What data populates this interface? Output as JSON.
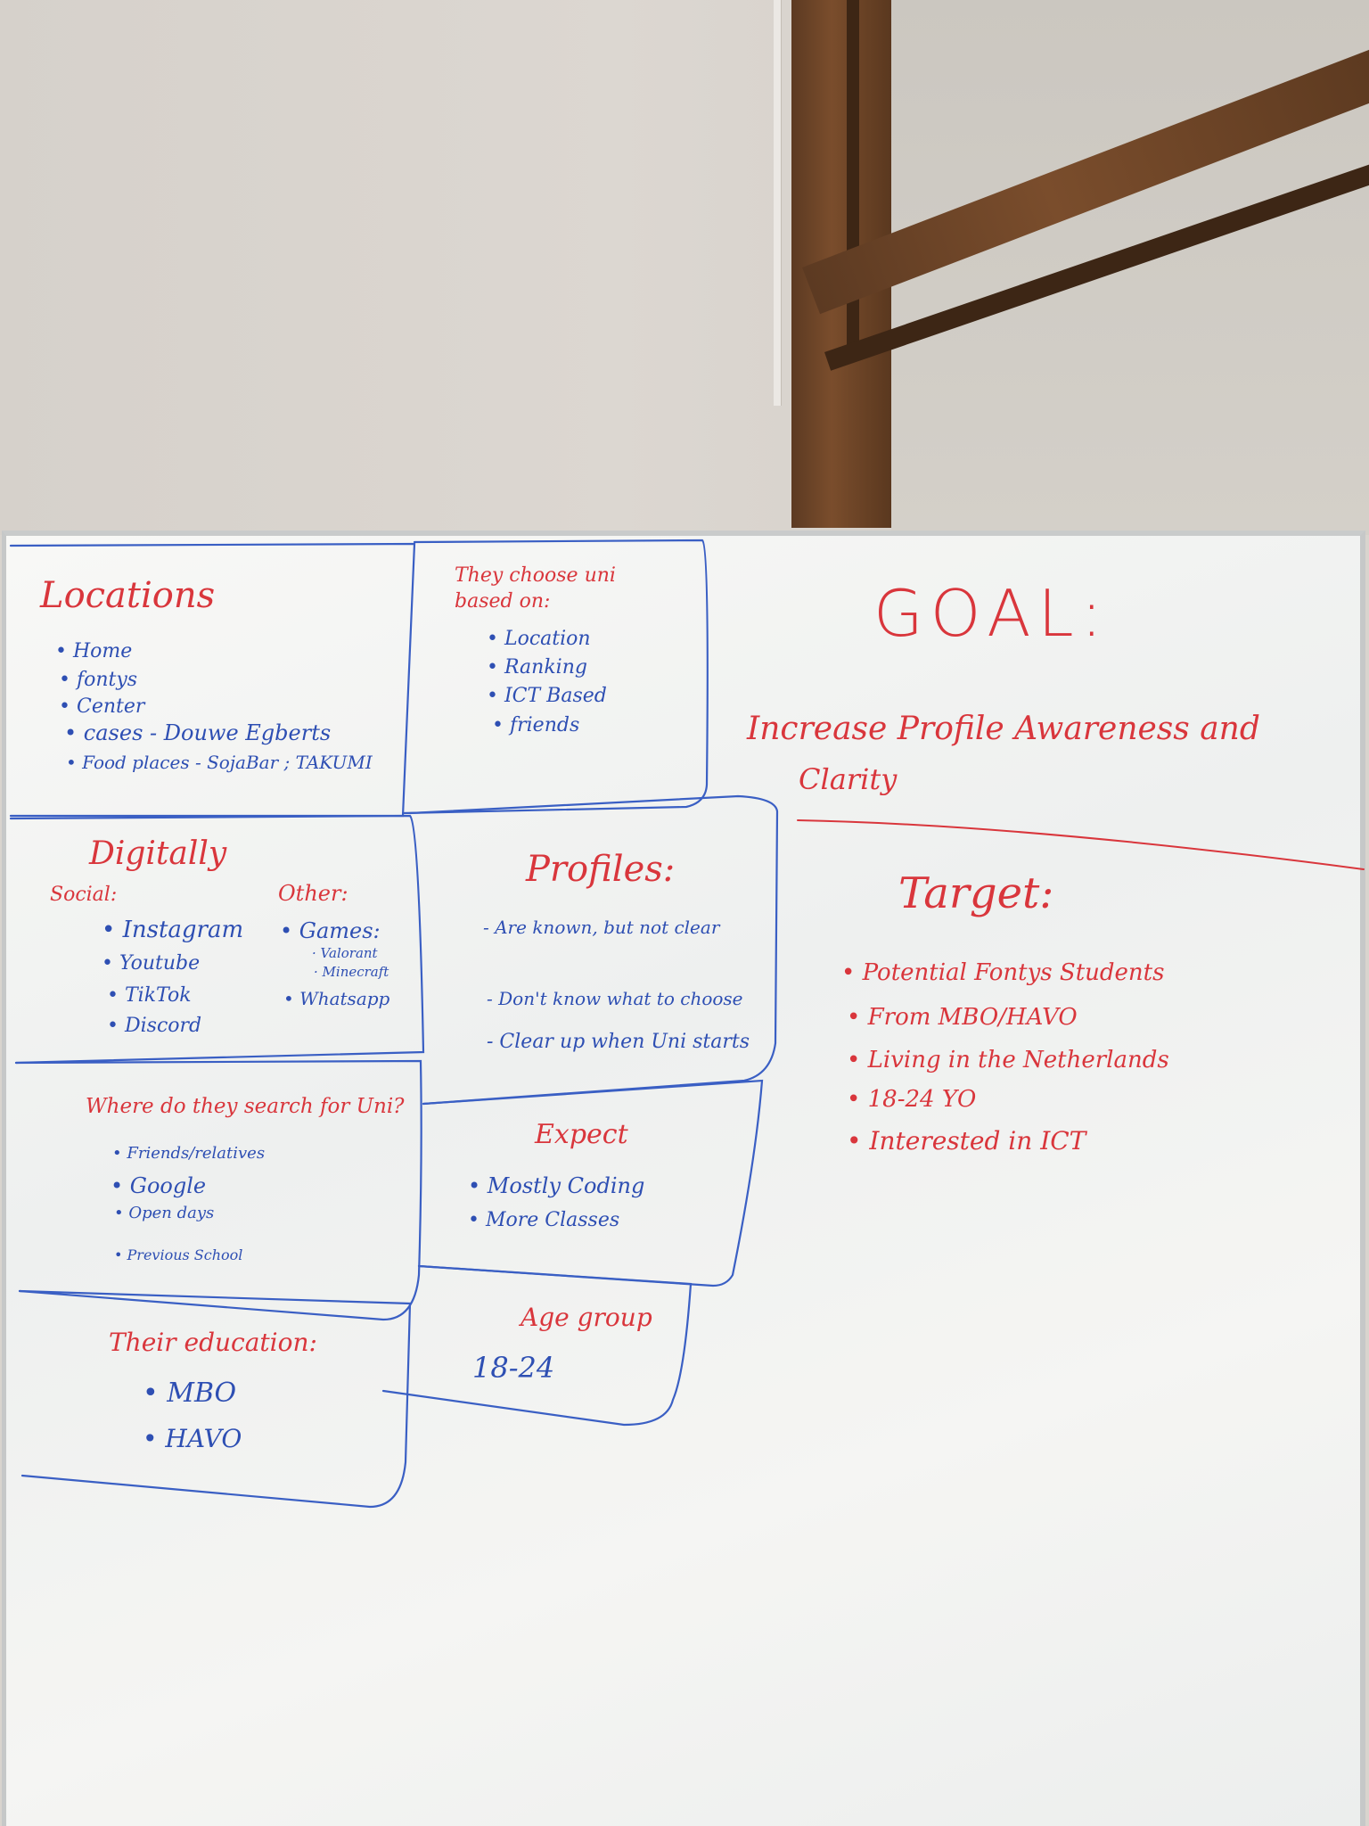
{
  "board": {
    "locations": {
      "title": "Locations",
      "items": [
        "Home",
        "fontys",
        "Center",
        "cases - Douwe Egberts",
        "Food places - SojaBar ; TAKUMI"
      ]
    },
    "choose": {
      "title": "They choose uni based on:",
      "items": [
        "Location",
        "Ranking",
        "ICT Based",
        "friends"
      ]
    },
    "digitally": {
      "title": "Digitally",
      "social_label": "Social:",
      "social_items": [
        "Instagram",
        "Youtube",
        "TikTok",
        "Discord"
      ],
      "other_label": "Other:",
      "other_items": [
        "Games:",
        "Valorant",
        "Minecraft",
        "Whatsapp"
      ]
    },
    "profiles": {
      "title": "Profiles:",
      "items": [
        "- Are known, but not clear",
        "- Don't know what to choose",
        "- Clear up when Uni starts"
      ]
    },
    "search": {
      "title": "Where do they search for Uni?",
      "items": [
        "Friends/relatives",
        "Google",
        "Open days",
        "Previous School"
      ]
    },
    "expect": {
      "title": "Expect",
      "items": [
        "Mostly Coding",
        "More Classes"
      ]
    },
    "education": {
      "title": "Their education:",
      "items": [
        "MBO",
        "HAVO"
      ]
    },
    "age": {
      "title": "Age group",
      "value": "18-24"
    },
    "goal": {
      "title": "GOAL:",
      "text_line1": "Increase Profile Awareness and",
      "text_line2": "Clarity"
    },
    "target": {
      "title": "Target:",
      "items": [
        "Potential Fontys Students",
        "From MBO/HAVO",
        "Living in the Netherlands",
        "18-24 YO",
        "Interested in ICT"
      ]
    }
  },
  "colors": {
    "marker_blue": "#2e4fb3",
    "marker_red": "#d9363c"
  }
}
